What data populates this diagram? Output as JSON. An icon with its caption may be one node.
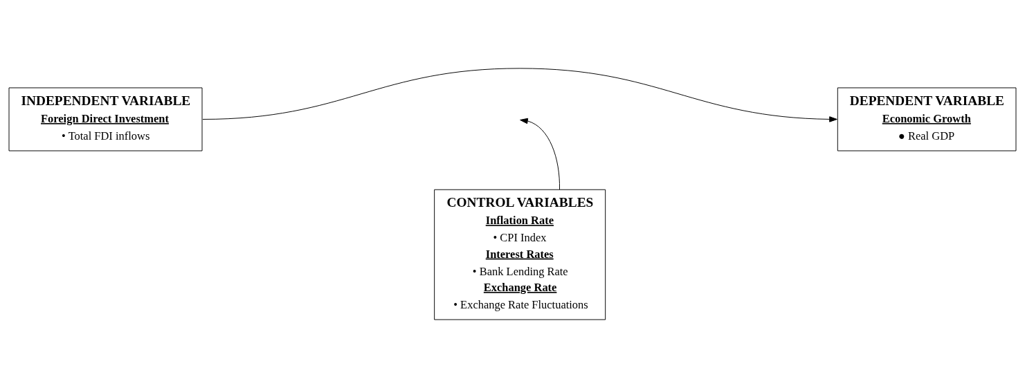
{
  "diagram": {
    "nodes": [
      {
        "text": [
          "INDEPENDENT VARIABLE",
          "Foreign Direct Investment",
          "• Total FDI inflows"
        ]
      },
      {
        "text": [
          "DEPENDENT VARIABLE",
          "Economic Growth",
          "● Real GDP"
        ]
      },
      {
        "text": [
          "CONTROL VARIABLES",
          "Inflation Rate",
          "• CPI Index",
          "Interest Rates",
          "• Bank Lending Rate",
          "Exchange Rate",
          "• Exchange Rate Fluctuations"
        ]
      }
    ],
    "edges": [
      {
        "from": 0,
        "to": 1,
        "arrow": "to"
      },
      {
        "from": 2,
        "to": null,
        "arrow": "to"
      }
    ]
  }
}
